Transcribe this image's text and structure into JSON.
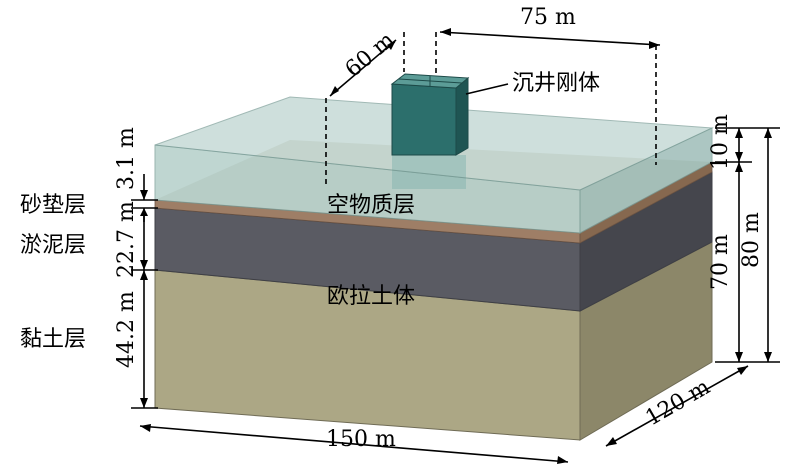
{
  "labels": {
    "caisson": "沉井刚体",
    "void_layer": "空物质层",
    "euler_soil": "欧拉土体",
    "sand_cushion": "砂垫层",
    "silt": "淤泥层",
    "clay": "黏土层"
  },
  "dimensions": {
    "caisson_width": "60 m",
    "caisson_length": "75 m",
    "model_length": "150 m",
    "model_width": "120 m",
    "void_thickness": "10 m",
    "soil_thickness": "70 m",
    "total_height": "80 m",
    "sand_thickness": "3.1 m",
    "silt_thickness": "22.7 m",
    "clay_thickness": "44.2 m"
  },
  "colors": {
    "void_layer": "#b6d0ca",
    "sand": "#9b7b64",
    "silt": "#55565e",
    "clay": "#a9a483",
    "caisson": "#2a6d6b"
  }
}
